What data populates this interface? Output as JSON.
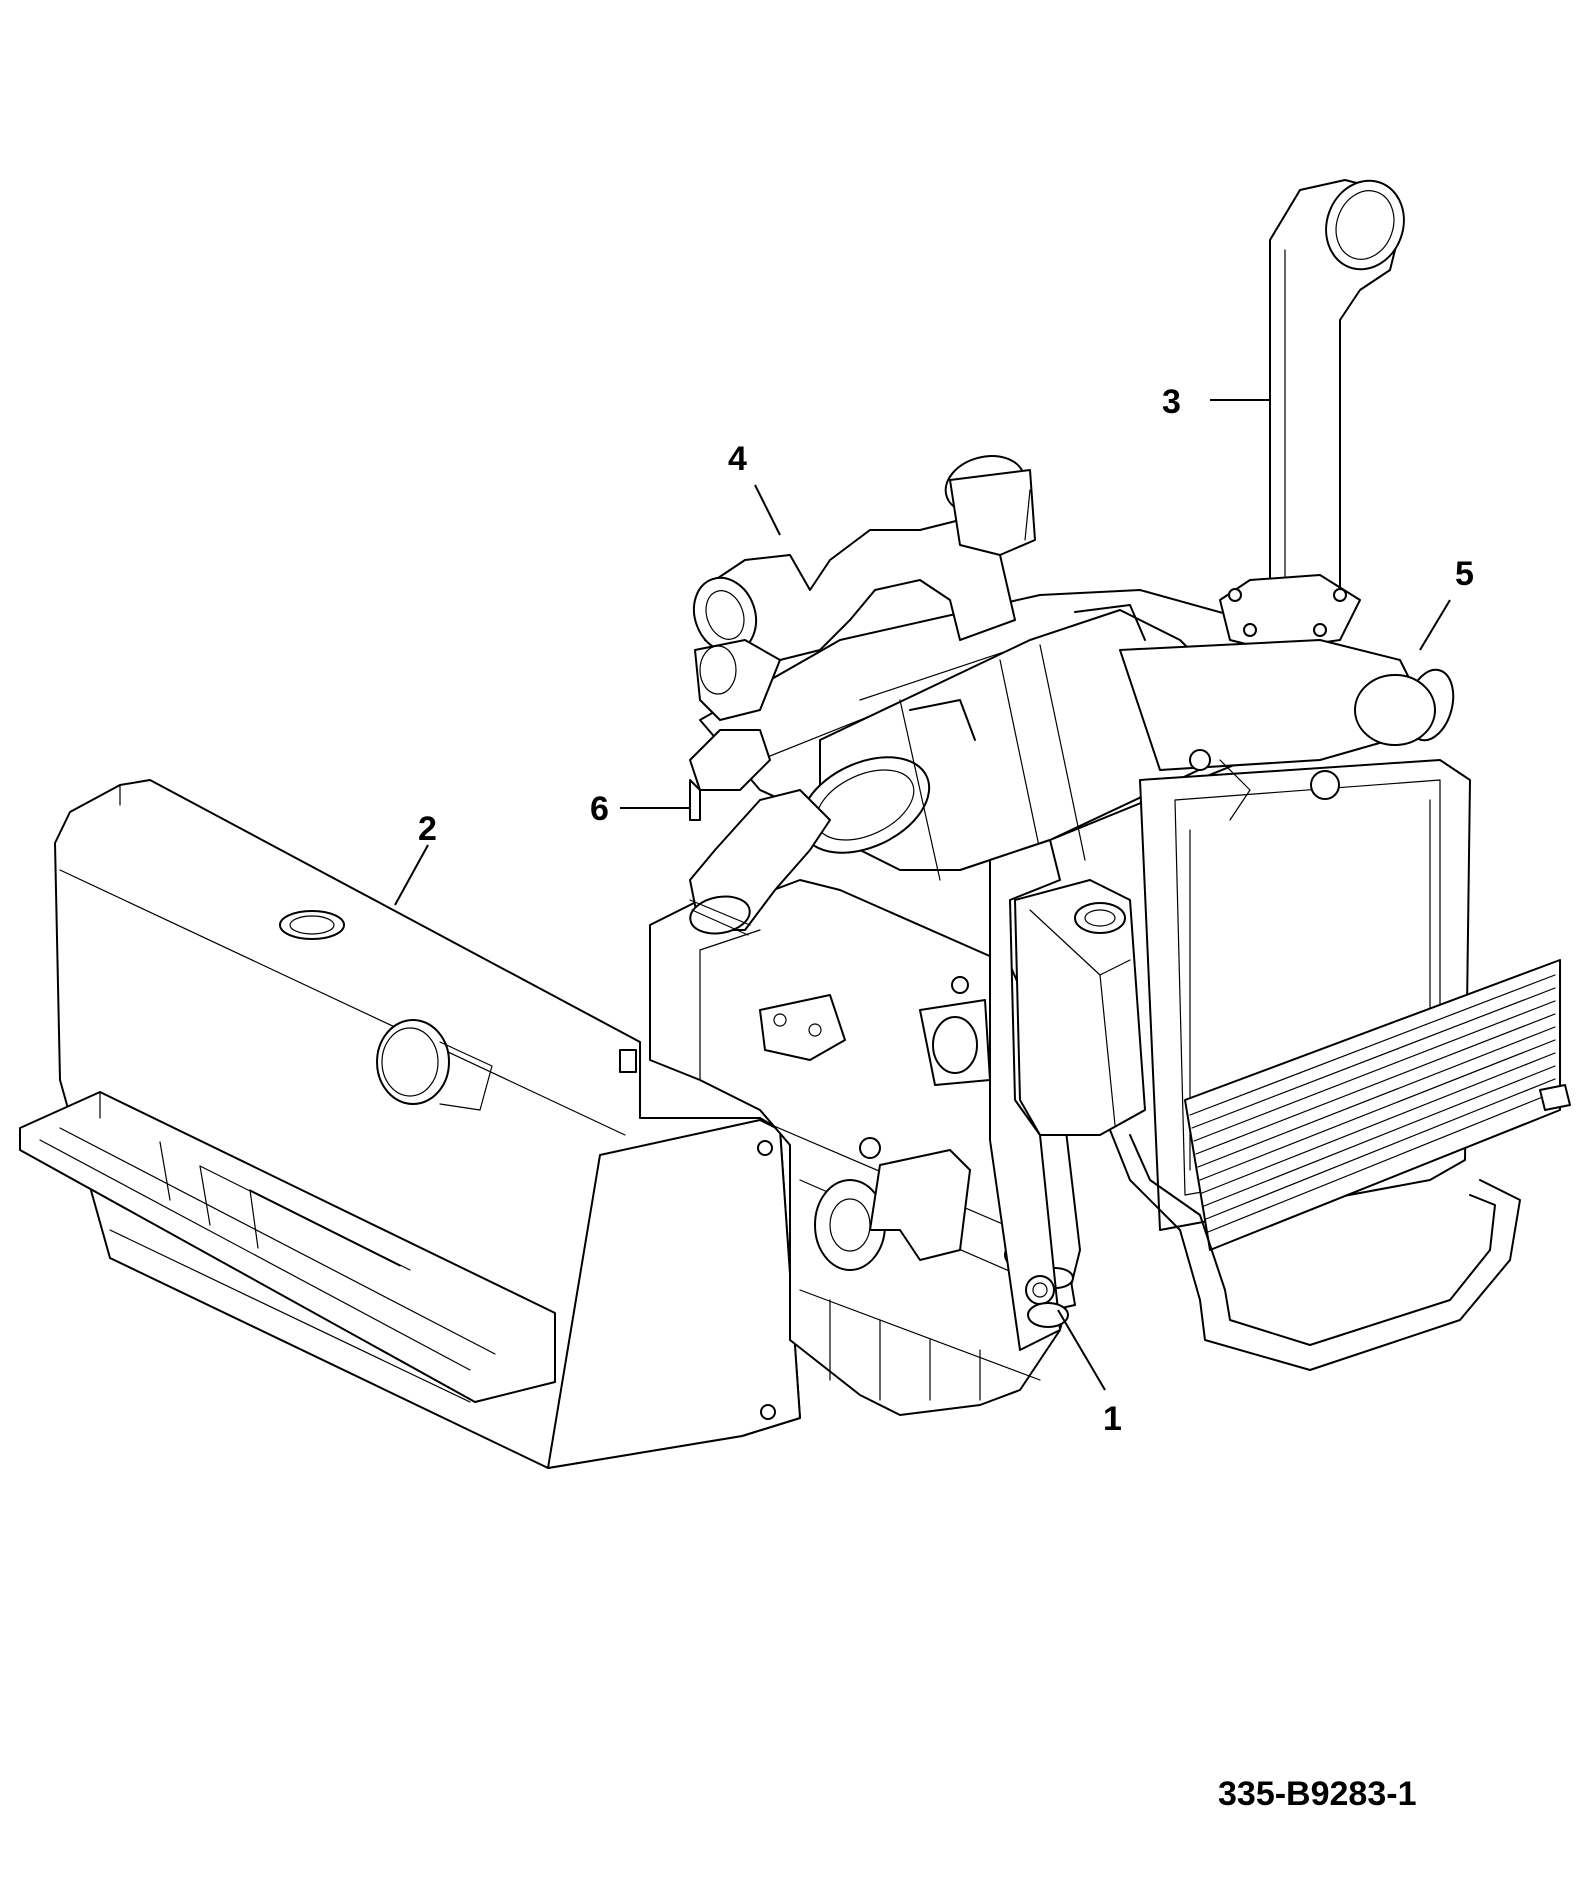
{
  "diagram": {
    "reference_code": "335-B9283-1",
    "callouts": [
      {
        "id": "1",
        "label": "1"
      },
      {
        "id": "2",
        "label": "2"
      },
      {
        "id": "3",
        "label": "3"
      },
      {
        "id": "4",
        "label": "4"
      },
      {
        "id": "5",
        "label": "5"
      },
      {
        "id": "6",
        "label": "6"
      }
    ]
  }
}
